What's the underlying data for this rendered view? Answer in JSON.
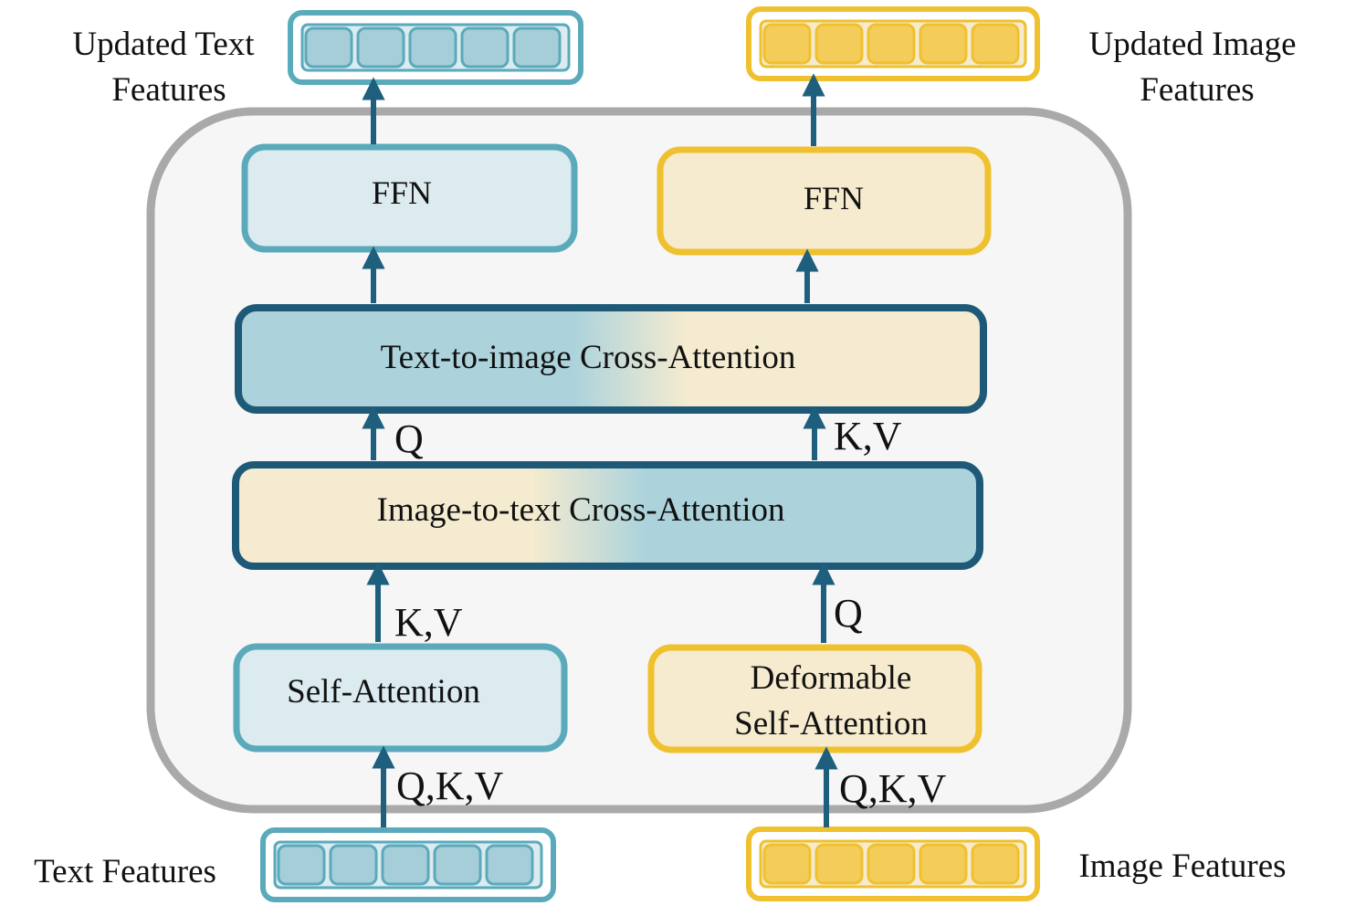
{
  "labels": {
    "updated_text_line1": "Updated Text",
    "updated_text_line2": "Features",
    "updated_image_line1": "Updated Image",
    "updated_image_line2": "Features",
    "text_features": "Text Features",
    "image_features": "Image Features"
  },
  "blocks": {
    "ffn_text": "FFN",
    "ffn_image": "FFN",
    "text_to_image_cross_attention": "Text-to-image Cross-Attention",
    "image_to_text_cross_attention": "Image-to-text Cross-Attention",
    "self_attention": "Self-Attention",
    "deformable_line1": "Deformable",
    "deformable_line2": "Self-Attention"
  },
  "arrow_labels": {
    "t2i_q": "Q",
    "t2i_kv": "K,V",
    "i2t_kv": "K,V",
    "i2t_q": "Q",
    "text_qkv": "Q,K,V",
    "image_qkv": "Q,K,V"
  },
  "colors": {
    "blue_border": "#5aaabb",
    "blue_fill": "#dbebef",
    "blue_cell": "#a6ced9",
    "dark_blue": "#1e5a78",
    "arrow": "#1e5f7e",
    "gold_border": "#efc12f",
    "gold_fill": "#f6ebcf",
    "gold_cell": "#f4cc5a",
    "container_border": "#a9a9a9",
    "container_fill": "#f6f6f6"
  }
}
